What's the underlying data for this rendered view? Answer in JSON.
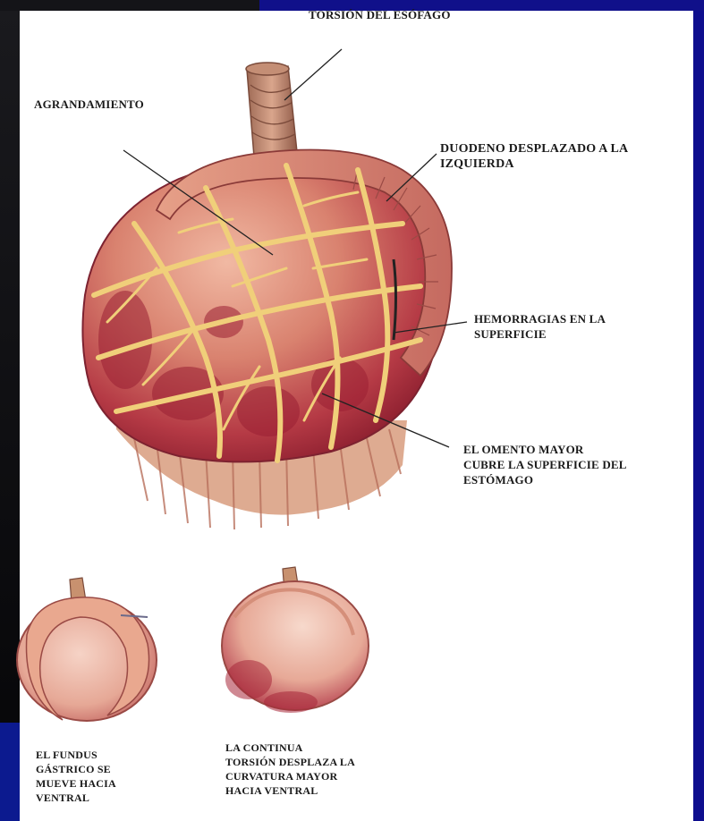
{
  "labels": {
    "esophagus_torsion": "TORSIÓN DEL ESÓFAGO",
    "enlargement": "AGRANDAMIENTO",
    "duodenum": "DUODENO DESPLAZADO A LA\nIZQUIERDA",
    "hemorrhages": "HEMORRAGIAS EN LA\nSUPERFICIE",
    "omentum": "EL OMENTO MAYOR\nCUBRE LA SUPERFICIE DEL\nESTÓMAGO",
    "fundus": "EL FUNDUS\nGÁSTRICO SE\nMUEVE HACIA\nVENTRAL",
    "curvature": "LA CONTINUA\nTORSIÓN DESPLAZA LA\nCURVATURA MAYOR\nHACIA VENTRAL"
  },
  "colors": {
    "stomach_light": "#e9a58f",
    "stomach_dark": "#a8283a",
    "omentum_fat": "#f0cf7a",
    "esophagus": "#b9826a",
    "leader_line": "#222222",
    "frame_blue": "#10108a"
  }
}
